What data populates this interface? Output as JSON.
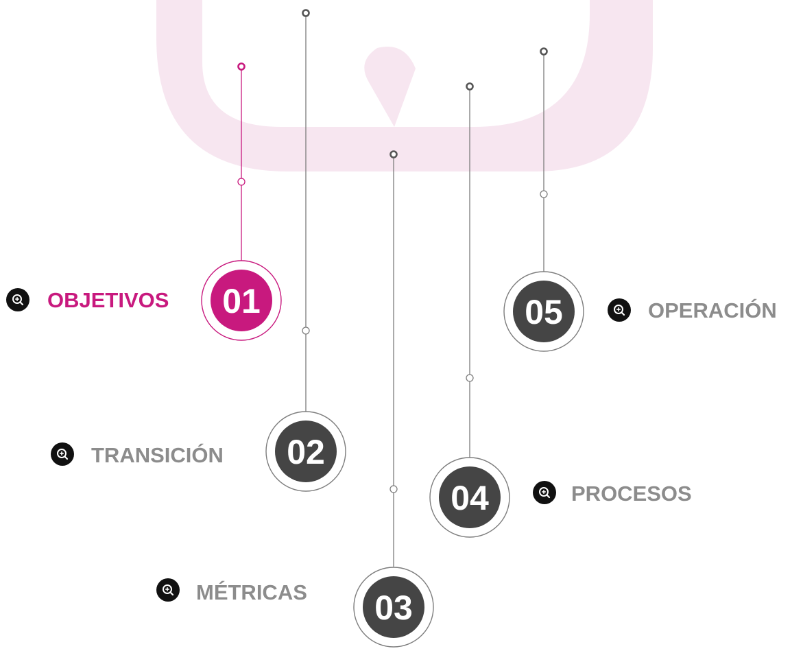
{
  "colors": {
    "accent": "#c8197e",
    "inactive_text": "#8c8c8c",
    "inactive_disc": "#454545",
    "line": "#7d7d7d",
    "background_shape": "#f7e6f0"
  },
  "steps": [
    {
      "number": "01",
      "label": "OBJETIVOS",
      "active": true,
      "icon": "zoom-in-icon"
    },
    {
      "number": "02",
      "label": "TRANSICIÓN",
      "active": false,
      "icon": "zoom-in-icon"
    },
    {
      "number": "03",
      "label": "MÉTRICAS",
      "active": false,
      "icon": "zoom-in-icon"
    },
    {
      "number": "04",
      "label": "PROCESOS",
      "active": false,
      "icon": "zoom-in-icon"
    },
    {
      "number": "05",
      "label": "OPERACIÓN",
      "active": false,
      "icon": "zoom-in-icon"
    }
  ]
}
